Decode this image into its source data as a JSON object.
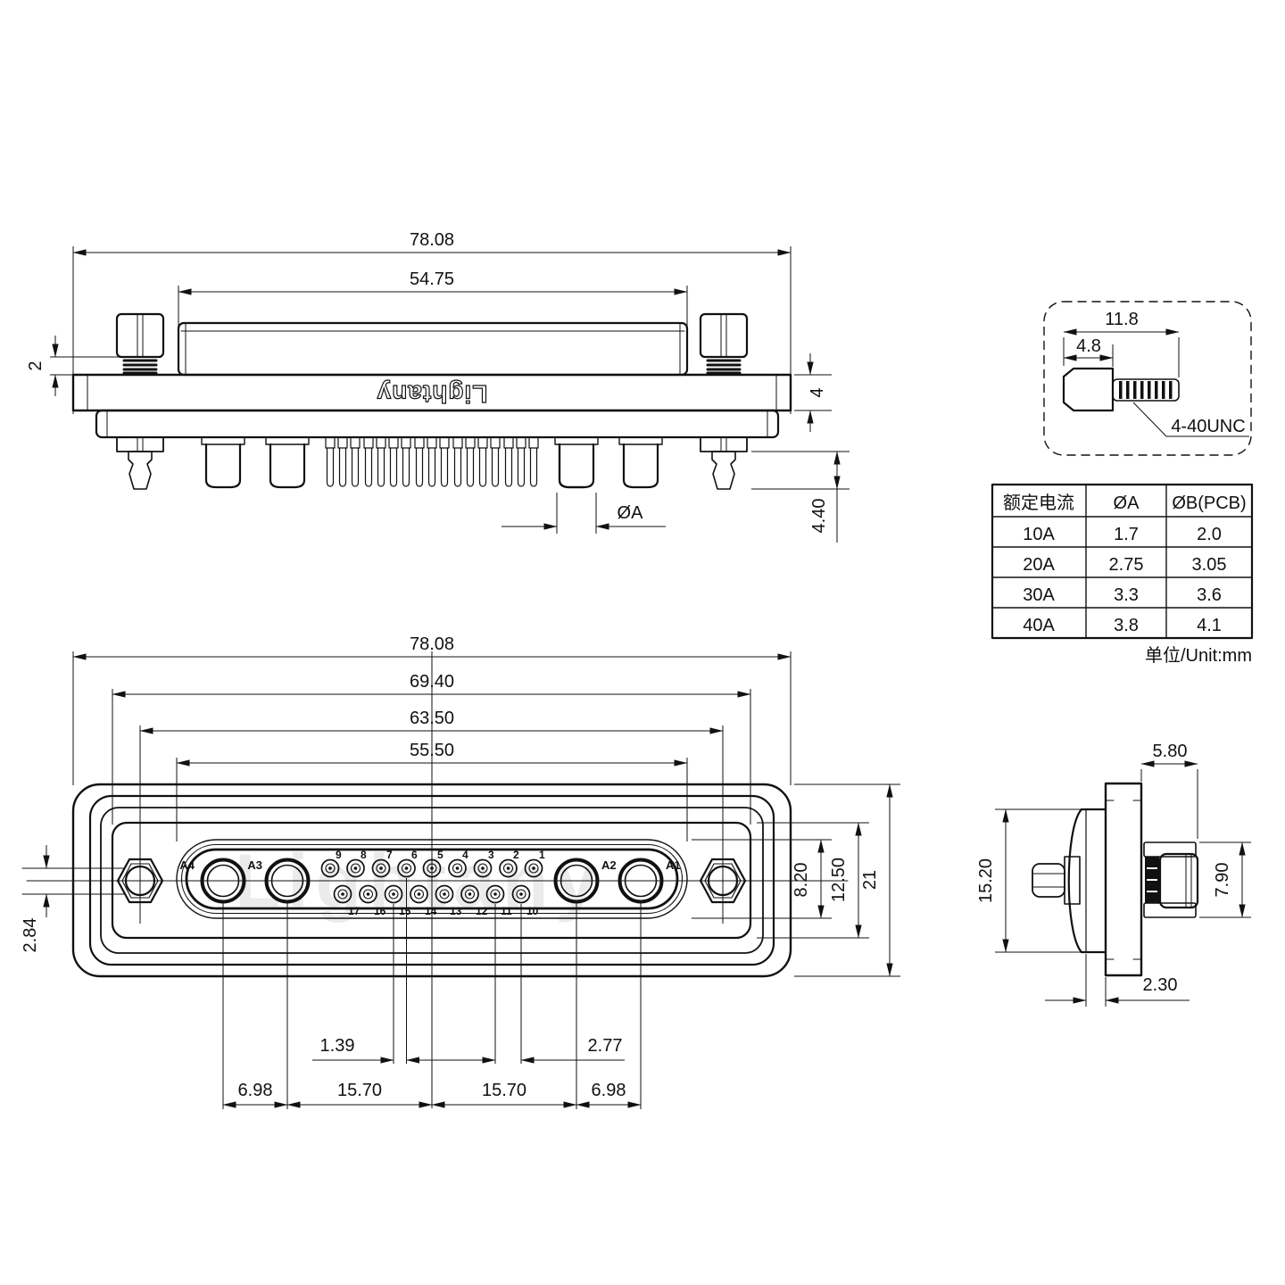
{
  "brand": {
    "logo": "Lightany",
    "watermark": "Lightany"
  },
  "top_view": {
    "dim_overall_width": "78.08",
    "dim_shroud_width": "54.75",
    "dim_screw_gap": "2",
    "dim_flange_thickness": "4",
    "dim_pin_length": "4.40",
    "label_pin_diameter": "ØA"
  },
  "screw_detail": {
    "dim_total_length": "11.8",
    "dim_head_length": "4.8",
    "thread_spec": "4-40UNC"
  },
  "spec_table": {
    "headers": [
      "额定电流",
      "ØA",
      "ØB(PCB)"
    ],
    "rows": [
      [
        "10A",
        "1.7",
        "2.0"
      ],
      [
        "20A",
        "2.75",
        "3.05"
      ],
      [
        "30A",
        "3.3",
        "3.6"
      ],
      [
        "40A",
        "3.8",
        "4.1"
      ]
    ],
    "unit_note": "单位/Unit:mm"
  },
  "front_view": {
    "dim_overall_width": "78.08",
    "dim_cutout_width": "69.40",
    "dim_mount_hole_span": "63.50",
    "dim_insert_width": "55.50",
    "dim_row_offset": "2.84",
    "dim_pin_stagger": "1.39",
    "dim_pin_pitch": "2.77",
    "dim_a_pitch_left": "6.98",
    "dim_span_left": "15.70",
    "dim_span_right": "15.70",
    "dim_a_pitch_right": "6.98",
    "dim_insert_height": "8.20",
    "dim_cutout_height": "12.50",
    "dim_overall_height": "21",
    "power_contacts": [
      "A4",
      "A3",
      "A2",
      "A1"
    ],
    "top_row_pins": [
      "9",
      "8",
      "7",
      "6",
      "5",
      "4",
      "3",
      "2",
      "1"
    ],
    "bottom_row_pins": [
      "17",
      "16",
      "15",
      "14",
      "13",
      "12",
      "11",
      "10"
    ]
  },
  "side_view": {
    "dim_flange_to_screw": "5.80",
    "dim_shell_height": "15.20",
    "dim_screw_height": "7.90",
    "dim_wall_offset": "2.30"
  }
}
